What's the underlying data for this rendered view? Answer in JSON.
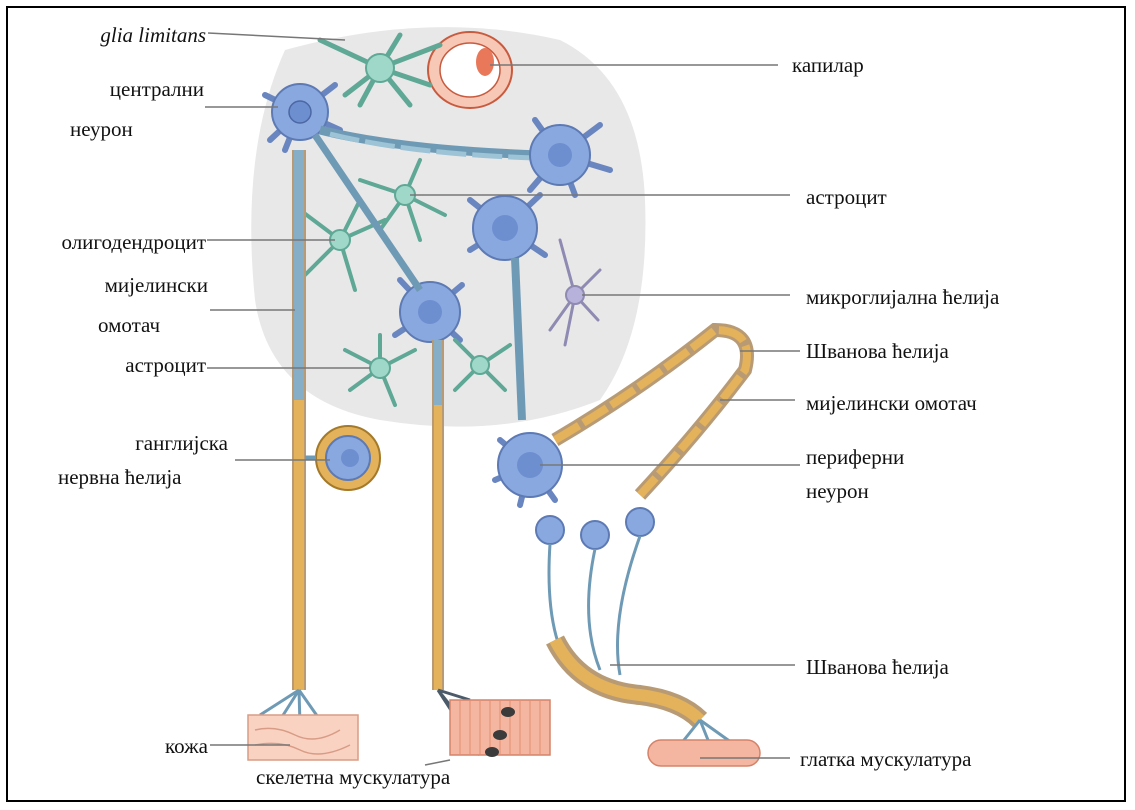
{
  "diagram": {
    "labels_left": {
      "glia_limitans": "glia limitans",
      "central_neuron_line1": "централни",
      "central_neuron_line2": "неурон",
      "oligodendrocyte": "олигодендроцит",
      "myelin_sheath_left_line1": "мијелински",
      "myelin_sheath_left_line2": "омотач",
      "astrocyte_left": "астроцит",
      "ganglion_cell_line1": "ганглијска",
      "ganglion_cell_line2": "нервна ћелија",
      "skin": "кожа"
    },
    "labels_right": {
      "capillary": "капилар",
      "astrocyte_right": "астроцит",
      "microglial_cell": "микроглијална ћелија",
      "schwann_cell_top": "Шванова ћелија",
      "myelin_sheath_right": "мијелински омотач",
      "peripheral_neuron_line1": "периферни",
      "peripheral_neuron_line2": "неурон",
      "schwann_cell_bottom": "Шванова ћелија",
      "smooth_muscle": "глатка мускулатура"
    },
    "labels_bottom": {
      "skeletal_muscle": "скелетна мускулатура"
    },
    "colors": {
      "neuron": "#7f9fd8",
      "glia": "#7fc7b5",
      "myelin": "#e3b25a",
      "cns_background": "#e8e8e8",
      "capillary": "#e9785a",
      "muscle": "#f4b6a0"
    }
  }
}
